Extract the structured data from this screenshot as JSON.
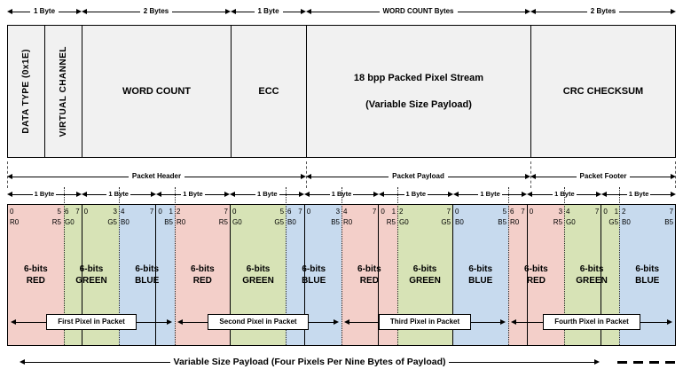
{
  "colors": {
    "red_band": "#f3cfc9",
    "green_band": "#d7e3b6",
    "blue_band": "#c7daee",
    "box_fill": "#f1f1f1",
    "line": "#000000"
  },
  "header": {
    "size_arrows": [
      "1 Byte",
      "2 Bytes",
      "1 Byte",
      "WORD COUNT Bytes",
      "2 Bytes"
    ],
    "fields": {
      "data_type": "DATA TYPE (0x1E)",
      "virtual_channel": "VIRTUAL CHANNEL",
      "word_count": "WORD COUNT",
      "ecc": "ECC",
      "payload_line1": "18 bpp Packed Pixel Stream",
      "payload_line2": "(Variable Size Payload)",
      "crc": "CRC CHECKSUM"
    },
    "section_arrows": [
      "Packet Header",
      "Packet Payload",
      "Packet Footer"
    ]
  },
  "payload": {
    "byte_arrow_label": "1 Byte",
    "bytes": [
      {
        "s": [
          {
            "bit_l": "0",
            "bit_r": "5",
            "lab_l": "R0",
            "lab_r": "R5"
          },
          {
            "bit_l": "6",
            "bit_r": "7",
            "lab_l": "G0",
            "lab_r": ""
          }
        ]
      },
      {
        "s": [
          {
            "bit_l": "0",
            "bit_r": "3",
            "lab_l": "",
            "lab_r": "G5"
          },
          {
            "bit_l": "4",
            "bit_r": "7",
            "lab_l": "B0",
            "lab_r": ""
          }
        ]
      },
      {
        "s": [
          {
            "bit_l": "0",
            "bit_r": "1",
            "lab_l": "",
            "lab_r": "B5"
          },
          {
            "bit_l": "2",
            "bit_r": "7",
            "lab_l": "R0",
            "lab_r": "R5"
          }
        ]
      },
      {
        "s": [
          {
            "bit_l": "0",
            "bit_r": "5",
            "lab_l": "G0",
            "lab_r": "G5"
          },
          {
            "bit_l": "6",
            "bit_r": "7",
            "lab_l": "B0",
            "lab_r": ""
          }
        ]
      },
      {
        "s": [
          {
            "bit_l": "0",
            "bit_r": "3",
            "lab_l": "",
            "lab_r": "B5"
          },
          {
            "bit_l": "4",
            "bit_r": "7",
            "lab_l": "R0",
            "lab_r": ""
          }
        ]
      },
      {
        "s": [
          {
            "bit_l": "0",
            "bit_r": "1",
            "lab_l": "",
            "lab_r": "R5"
          },
          {
            "bit_l": "2",
            "bit_r": "7",
            "lab_l": "G0",
            "lab_r": "G5"
          }
        ]
      },
      {
        "s": [
          {
            "bit_l": "0",
            "bit_r": "5",
            "lab_l": "B0",
            "lab_r": "B5"
          },
          {
            "bit_l": "6",
            "bit_r": "7",
            "lab_l": "R0",
            "lab_r": ""
          }
        ]
      },
      {
        "s": [
          {
            "bit_l": "0",
            "bit_r": "3",
            "lab_l": "",
            "lab_r": "R5"
          },
          {
            "bit_l": "4",
            "bit_r": "7",
            "lab_l": "G0",
            "lab_r": ""
          }
        ]
      },
      {
        "s": [
          {
            "bit_l": "0",
            "bit_r": "1",
            "lab_l": "",
            "lab_r": "G5"
          },
          {
            "bit_l": "2",
            "bit_r": "7",
            "lab_l": "B0",
            "lab_r": "B5"
          }
        ]
      }
    ],
    "bands": [
      {
        "line1": "6-bits",
        "line2": "RED"
      },
      {
        "line1": "6-bits",
        "line2": "GREEN"
      },
      {
        "line1": "6-bits",
        "line2": "BLUE"
      },
      {
        "line1": "6-bits",
        "line2": "RED"
      },
      {
        "line1": "6-bits",
        "line2": "GREEN"
      },
      {
        "line1": "6-bits",
        "line2": "BLUE"
      },
      {
        "line1": "6-bits",
        "line2": "RED"
      },
      {
        "line1": "6-bits",
        "line2": "GREEN"
      },
      {
        "line1": "6-bits",
        "line2": "BLUE"
      },
      {
        "line1": "6-bits",
        "line2": "RED"
      },
      {
        "line1": "6-bits",
        "line2": "GREEN"
      },
      {
        "line1": "6-bits",
        "line2": "BLUE"
      }
    ],
    "pixel_boxes": [
      "First Pixel in Packet",
      "Second Pixel in Packet",
      "Third Pixel in Packet",
      "Fourth Pixel in Packet"
    ],
    "footer_label": "Variable Size Payload  (Four Pixels Per Nine Bytes of Payload)"
  }
}
